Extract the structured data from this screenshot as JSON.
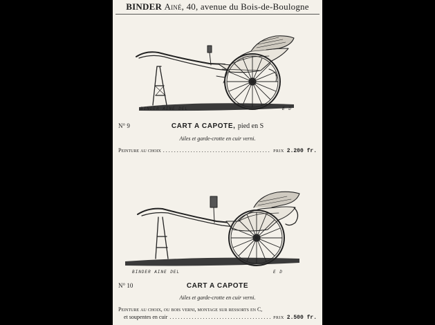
{
  "header": {
    "maker": "BINDER",
    "maker_suffix": "Ainé",
    "address": ", 40, avenue du Bois-de-Boulogne"
  },
  "items": [
    {
      "caption_left": "BINDER AINE DEL",
      "caption_right": "E D",
      "number": "N° 9",
      "title": "CART A CAPOTE,",
      "title_suffix": "pied en S",
      "subtitle": "Ailes et garde-crotte en cuir verni.",
      "paint_label": "Peinture au choix",
      "price_label": "PRIX",
      "price": "2.200 fr."
    },
    {
      "caption_left": "BINDER AINE DEL",
      "caption_right": "E D",
      "number": "N° 10",
      "title": "CART A CAPOTE",
      "subtitle": "Ailes et garde-crotte en cuir verni.",
      "paint_label": "Peinture au choix, ou bois verni, montage sur ressorts en C,",
      "paint_label_2": "et soupentes en cuir",
      "price_label": "PRIX",
      "price": "2.500 fr."
    }
  ]
}
